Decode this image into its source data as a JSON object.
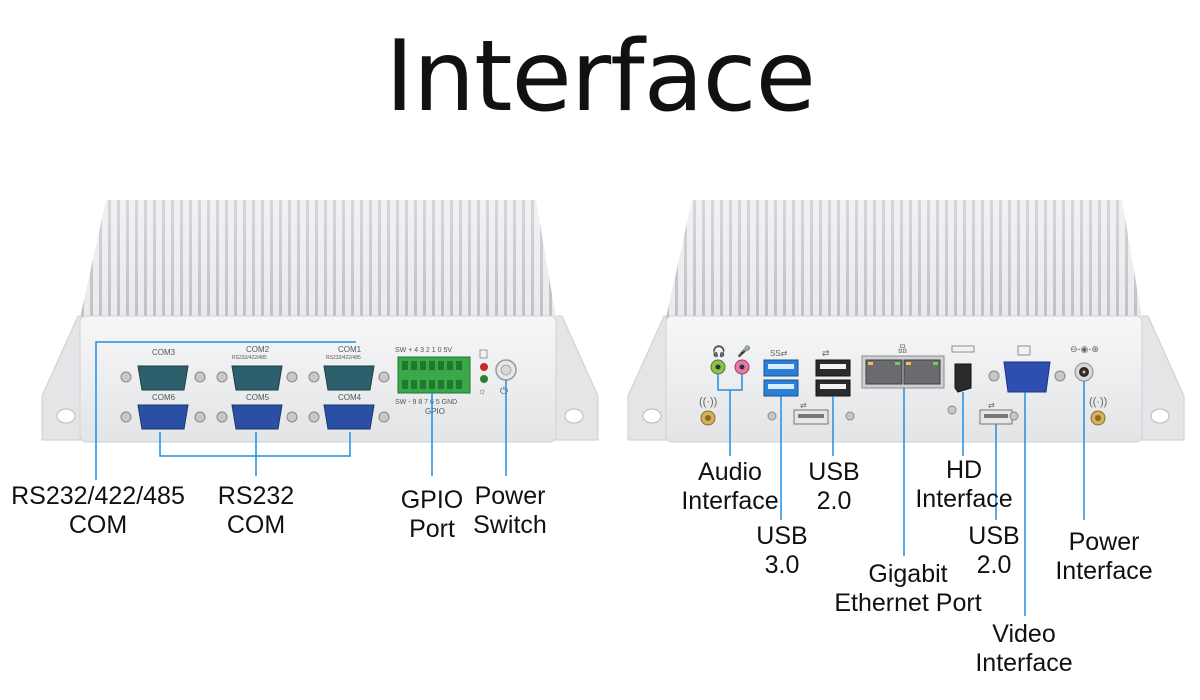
{
  "title": "Interface",
  "left_device": {
    "port_labels": {
      "com1": "COM1",
      "com1_sub": "RS232/422/485",
      "com2": "COM2",
      "com2_sub": "RS232/422/485",
      "com3": "COM3",
      "com4": "COM4",
      "com5": "COM5",
      "com6": "COM6",
      "gpio_top": "SW + 4 3 2 1 0 5V",
      "gpio_bottom": "SW - 9 8 7 6 5 GND",
      "gpio": "GPIO"
    },
    "callouts": {
      "rs485_line1": "RS232/422/485",
      "rs485_line2": "COM",
      "rs232_line1": "RS232",
      "rs232_line2": "COM",
      "gpio_line1": "GPIO",
      "gpio_line2": "Port",
      "power_switch_line1": "Power",
      "power_switch_line2": "Switch"
    }
  },
  "right_device": {
    "callouts": {
      "audio_line1": "Audio",
      "audio_line2": "Interface",
      "usb3_line1": "USB",
      "usb3_line2": "3.0",
      "usb2a_line1": "USB",
      "usb2a_line2": "2.0",
      "lan_line1": "Gigabit",
      "lan_line2": "Ethernet Port",
      "hd_line1": "HD",
      "hd_line2": "Interface",
      "usb2b_line1": "USB",
      "usb2b_line2": "2.0",
      "video_line1": "Video",
      "video_line2": "Interface",
      "power_line1": "Power",
      "power_line2": "Interface"
    }
  },
  "colors": {
    "callout_line": "#1e8fe0",
    "com_top": "#2e5f6c",
    "com_bottom": "#2a4fa3",
    "gpio_block": "#3aa84a",
    "vga": "#2f4fb0",
    "usb3": "#2a7fd6"
  }
}
